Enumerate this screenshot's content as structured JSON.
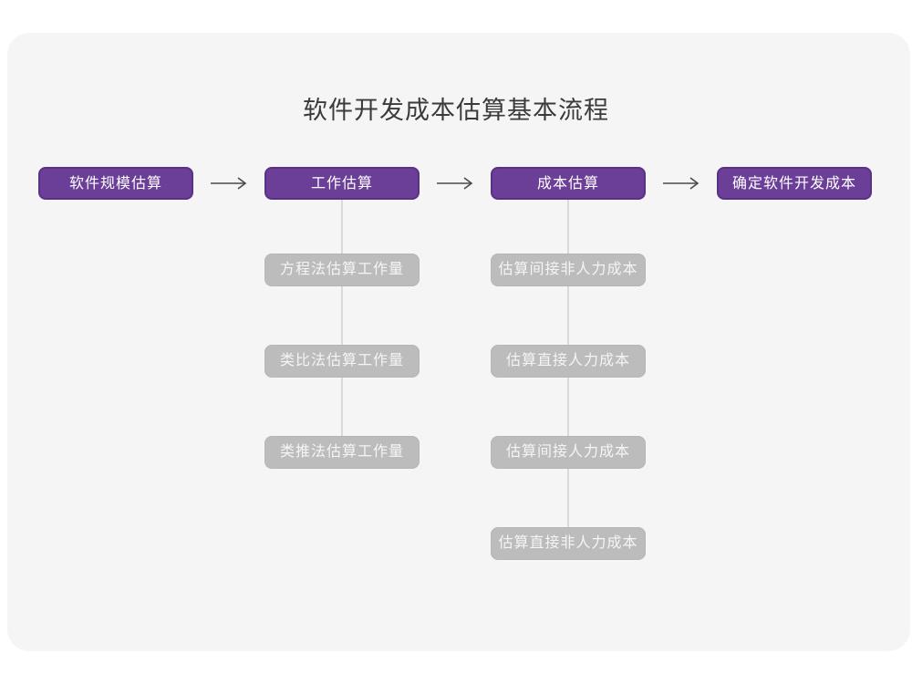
{
  "title": "软件开发成本估算基本流程",
  "colors": {
    "bg-page": "#ffffff",
    "bg-card": "#f5f5f6",
    "accent": "#6b3e98",
    "accent-border": "#5a3284",
    "node-gray": "#bcbcbc",
    "node-gray-border": "#b6b6b6",
    "node-gray-text": "#f5f5f5",
    "title-color": "#3b3b3b",
    "line-color": "#d9d9d9",
    "arrow-color": "#4a4a4a"
  },
  "flow": {
    "main_steps": [
      "软件规模估算",
      "工作估算",
      "成本估算",
      "确定软件开发成本"
    ],
    "work_estimation_methods": [
      "方程法估算工作量",
      "类比法估算工作量",
      "类推法估算工作量"
    ],
    "cost_estimation_steps": [
      "估算间接非人力成本",
      "估算直接人力成本",
      "估算间接人力成本",
      "估算直接非人力成本"
    ]
  }
}
